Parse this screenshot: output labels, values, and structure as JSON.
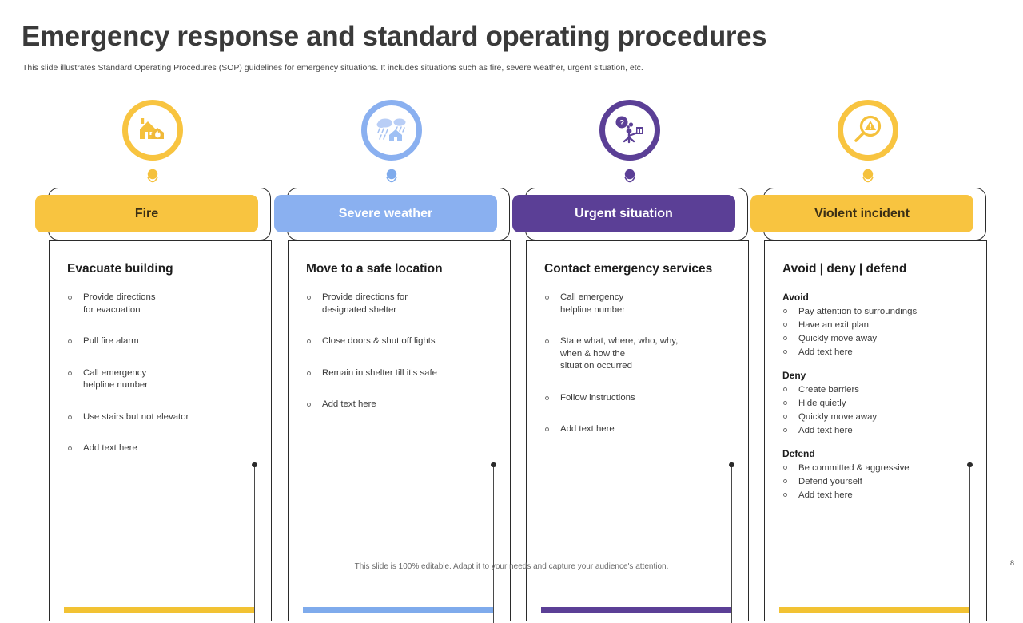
{
  "header": {
    "title": "Emergency response and standard operating procedures",
    "subtitle": "This slide illustrates Standard Operating Procedures (SOP) guidelines for emergency situations. It includes situations such as fire, severe weather, urgent situation, etc."
  },
  "footer": {
    "note": "This slide is 100% editable. Adapt it to your needs and capture your audience's attention.",
    "page_number": "8"
  },
  "colors": {
    "fire": "#f8c440",
    "severe_weather": "#8ab0f0",
    "urgent": "#5b3f96",
    "violent": "#f8c440",
    "banner_text_dark": "#3b2f15",
    "banner_text_light": "#ffffff",
    "card_border": "#2b2b2b",
    "title": "#3a3a3a"
  },
  "columns": [
    {
      "id": "fire",
      "icon_name": "house-fire-icon",
      "banner_label": "Fire",
      "banner_color": "#f8c440",
      "banner_text_color": "#3b2f15",
      "accent_color": "#f2c233",
      "card_title": "Evacuate building",
      "bullets": [
        "Provide  directions\nfor  evacuation",
        "Pull fire  alarm",
        "Call  emergency\nhelpline  number",
        "Use stairs but not elevator",
        "Add text here"
      ],
      "groups": []
    },
    {
      "id": "severe-weather",
      "icon_name": "storm-rain-house-icon",
      "banner_label": "Severe weather",
      "banner_color": "#8ab0f0",
      "banner_text_color": "#ffffff",
      "accent_color": "#7fabec",
      "card_title": "Move to a safe location",
      "bullets": [
        "Provide  directions for\ndesignated  shelter",
        "Close doors & shut off lights",
        "Remain in shelter till it's safe",
        "Add text here"
      ],
      "groups": []
    },
    {
      "id": "urgent-situation",
      "icon_name": "person-question-bubble-icon",
      "banner_label": "Urgent situation",
      "banner_color": "#5b3f96",
      "banner_text_color": "#ffffff",
      "accent_color": "#5b3f96",
      "card_title": "Contact emergency services",
      "bullets": [
        "Call  emergency\nhelpline  number",
        "State what,  where,  who,  why,\nwhen & how the\nsituation occurred",
        "Follow instructions",
        "Add text here"
      ],
      "groups": []
    },
    {
      "id": "violent-incident",
      "icon_name": "magnifier-warning-icon",
      "banner_label": "Violent incident",
      "banner_color": "#f8c440",
      "banner_text_color": "#3b2f15",
      "accent_color": "#f2c233",
      "card_title": "Avoid | deny | defend",
      "bullets": [],
      "groups": [
        {
          "heading": "Avoid",
          "items": [
            "Pay attention to surroundings",
            "Have  an exit plan",
            "Quickly move  away",
            "Add text here"
          ]
        },
        {
          "heading": "Deny",
          "items": [
            "Create  barriers",
            "Hide  quietly",
            "Quickly move  away",
            "Add text here"
          ]
        },
        {
          "heading": "Defend",
          "items": [
            "Be committed & aggressive",
            "Defend  yourself",
            "Add text here"
          ]
        }
      ]
    }
  ]
}
